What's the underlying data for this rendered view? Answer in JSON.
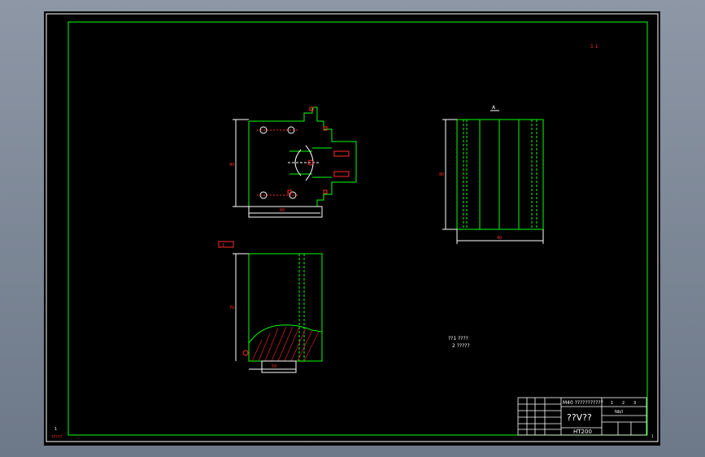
{
  "drawing": {
    "colors": {
      "background": "#000000",
      "frame": "#00ff00",
      "dimension": "#ff2a2a",
      "annotation": "#ffffff",
      "hatch": "#ff2a2a"
    },
    "title_block": {
      "top_header": "M40 ???????????",
      "header_cells": [
        "1",
        "2",
        "3"
      ],
      "scale_label": "Nb/l",
      "drawing_name": "??V??",
      "material": "HT200",
      "small_cells": [
        "",
        "",
        ""
      ]
    },
    "notes": {
      "line1": "??1 ????",
      "line2": "2 ?????"
    },
    "view_labels": {
      "top_right_mark": "1 1",
      "section_label": "A",
      "left_corner_mark": "1",
      "bottom_left_stamp": "?????",
      "page_number": "1"
    },
    "dimensions": {
      "front_height": "90",
      "front_width": "80",
      "side_height": "80",
      "side_width": "40",
      "section_height": "70",
      "section_width": "50"
    }
  }
}
